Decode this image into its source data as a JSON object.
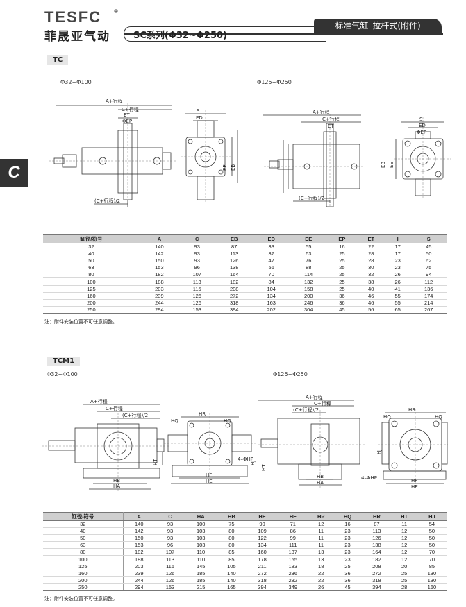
{
  "header": {
    "brand": "TESFC",
    "reg_mark": "®",
    "brand_cn": "菲晟亚气动",
    "series": "SC系列(Φ32~Φ250)",
    "category": "标准气缸–拉杆式(附件)"
  },
  "side_tab": "C",
  "tc": {
    "label": "TC",
    "range_small": "Φ32~Φ100",
    "range_large": "Φ125~Φ250",
    "dims": {
      "a": "A+行程",
      "c": "C+行程",
      "et": "ET",
      "ep": "ΦEP",
      "s": "S",
      "ed": "ED",
      "ee": "EE",
      "eb": "EB",
      "half": "(C+行程)/2"
    },
    "columns": [
      "缸径/符号",
      "A",
      "C",
      "EB",
      "ED",
      "EE",
      "EP",
      "ET",
      "I",
      "S"
    ],
    "rows": [
      [
        "32",
        "140",
        "93",
        "87",
        "33",
        "55",
        "16",
        "22",
        "17",
        "45"
      ],
      [
        "40",
        "142",
        "93",
        "113",
        "37",
        "63",
        "25",
        "28",
        "17",
        "50"
      ],
      [
        "50",
        "150",
        "93",
        "126",
        "47",
        "76",
        "25",
        "28",
        "23",
        "62"
      ],
      [
        "63",
        "153",
        "96",
        "138",
        "56",
        "88",
        "25",
        "30",
        "23",
        "75"
      ],
      [
        "80",
        "182",
        "107",
        "164",
        "70",
        "114",
        "25",
        "32",
        "26",
        "94"
      ],
      [
        "100",
        "188",
        "113",
        "182",
        "84",
        "132",
        "25",
        "38",
        "26",
        "112"
      ],
      [
        "125",
        "203",
        "115",
        "208",
        "104",
        "158",
        "25",
        "40",
        "41",
        "136"
      ],
      [
        "160",
        "239",
        "126",
        "272",
        "134",
        "200",
        "36",
        "46",
        "55",
        "174"
      ],
      [
        "200",
        "244",
        "126",
        "318",
        "163",
        "246",
        "36",
        "46",
        "55",
        "214"
      ],
      [
        "250",
        "294",
        "153",
        "394",
        "202",
        "304",
        "45",
        "56",
        "65",
        "267"
      ]
    ],
    "note": "注：附件安装位置不可任意调整。"
  },
  "tcm1": {
    "label": "TCM1",
    "range_small": "Φ32~Φ100",
    "range_large": "Φ125~Φ250",
    "dims": {
      "a": "A+行程",
      "c": "C+行程",
      "half": "(C+行程)/2",
      "hr": "HR",
      "hq": "HQ",
      "hj": "HJ",
      "hp": "4–ΦHP",
      "ht": "HT",
      "hb": "HB",
      "ha": "HA",
      "hf": "HF",
      "he": "HE"
    },
    "columns": [
      "缸径/符号",
      "A",
      "C",
      "HA",
      "HB",
      "HE",
      "HF",
      "HP",
      "HQ",
      "HR",
      "HT",
      "HJ"
    ],
    "rows": [
      [
        "32",
        "140",
        "93",
        "100",
        "75",
        "90",
        "71",
        "12",
        "16",
        "87",
        "11",
        "54"
      ],
      [
        "40",
        "142",
        "93",
        "103",
        "80",
        "109",
        "86",
        "11",
        "23",
        "113",
        "12",
        "50"
      ],
      [
        "50",
        "150",
        "93",
        "103",
        "80",
        "122",
        "99",
        "11",
        "23",
        "126",
        "12",
        "50"
      ],
      [
        "63",
        "153",
        "96",
        "103",
        "80",
        "134",
        "111",
        "11",
        "23",
        "138",
        "12",
        "50"
      ],
      [
        "80",
        "182",
        "107",
        "110",
        "85",
        "160",
        "137",
        "13",
        "23",
        "164",
        "12",
        "70"
      ],
      [
        "100",
        "188",
        "113",
        "110",
        "85",
        "178",
        "155",
        "13",
        "23",
        "182",
        "12",
        "70"
      ],
      [
        "125",
        "203",
        "115",
        "145",
        "105",
        "211",
        "183",
        "18",
        "25",
        "208",
        "20",
        "85"
      ],
      [
        "160",
        "239",
        "126",
        "185",
        "140",
        "272",
        "236",
        "22",
        "36",
        "272",
        "25",
        "130"
      ],
      [
        "200",
        "244",
        "126",
        "185",
        "140",
        "318",
        "282",
        "22",
        "36",
        "318",
        "25",
        "130"
      ],
      [
        "250",
        "294",
        "153",
        "215",
        "165",
        "394",
        "349",
        "26",
        "45",
        "394",
        "28",
        "160"
      ]
    ],
    "note": "注：附件安装位置不可任意调整。"
  }
}
